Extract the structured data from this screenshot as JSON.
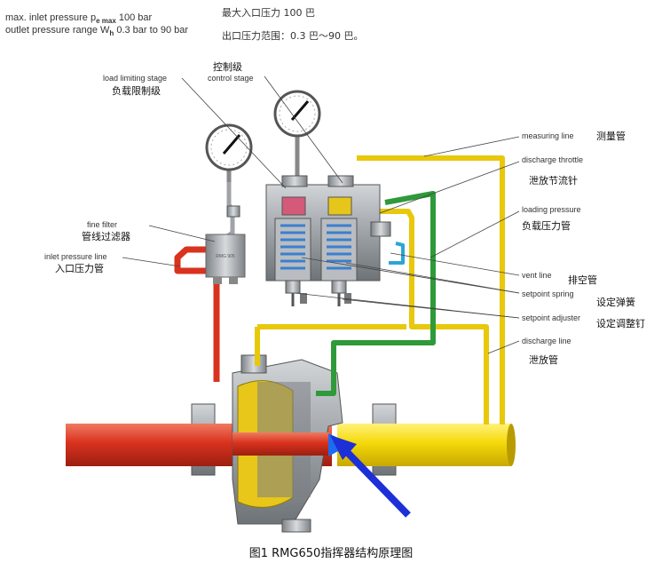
{
  "specs": {
    "max_inlet_prefix": "max. inlet pressure p",
    "max_inlet_sub": "e max",
    "max_inlet_value": " 100 bar",
    "outlet_prefix": "outlet pressure range W",
    "outlet_sub": "h",
    "outlet_value": " 0.3 bar to 90 bar",
    "max_inlet_cn": "最大入口压力 100 巴",
    "outlet_cn": "出口压力范围：0.3 巴～90 巴。"
  },
  "labels": {
    "load_limiting_en": "load limiting stage",
    "load_limiting_cn": "负载限制级",
    "control_cn": "控制级",
    "control_en": "control stage",
    "measuring_en": "measuring line",
    "measuring_cn": "测量管",
    "discharge_throttle_en": "discharge throttle",
    "discharge_throttle_cn": "泄放节流针",
    "loading_pressure_en": "loading pressure",
    "loading_pressure_cn": "负载压力管",
    "fine_filter_en": "fine filter",
    "fine_filter_cn": "管线过滤器",
    "inlet_line_en": "inlet pressure line",
    "inlet_line_cn": "入口压力管",
    "vent_line_en": "vent line",
    "vent_line_cn": "排空管",
    "setpoint_spring_en": "setpoint spring",
    "setpoint_spring_cn": "设定弹簧",
    "setpoint_adjuster_en": "setpoint adjuster",
    "setpoint_adjuster_cn": "设定调整钉",
    "discharge_line_en": "discharge line",
    "discharge_line_cn": "泄放管",
    "filter_plate": "RMG 905"
  },
  "caption": "图1 RMG650指挥器结构原理图",
  "colors": {
    "inlet_red": "#d9321e",
    "outlet_yellow": "#f5d90a",
    "loading_green": "#2e9a3a",
    "vent_blue": "#2aa5d8",
    "spring_blue": "#3a7fd0",
    "steel": "#9ea3a8",
    "arrow_blue": "#1d2fd6"
  }
}
